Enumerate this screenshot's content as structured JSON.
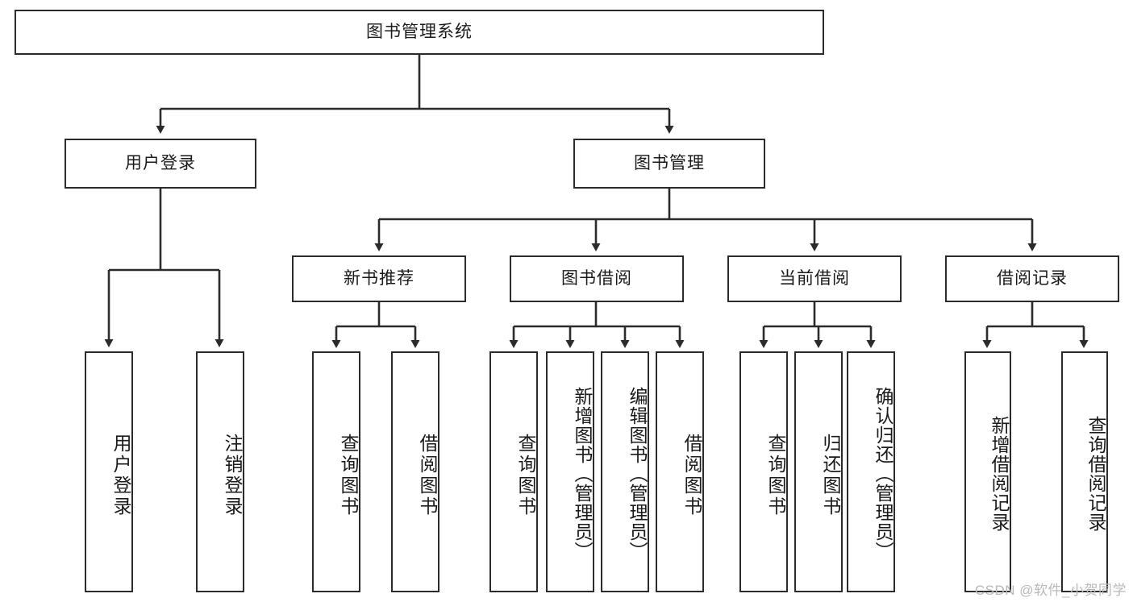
{
  "diagram": {
    "title": "图书管理系统",
    "type": "tree-hierarchy",
    "root": {
      "label": "图书管理系统"
    },
    "level2": [
      {
        "label": "用户登录"
      },
      {
        "label": "图书管理"
      }
    ],
    "level3": [
      {
        "label": "新书推荐"
      },
      {
        "label": "图书借阅"
      },
      {
        "label": "当前借阅"
      },
      {
        "label": "借阅记录"
      }
    ],
    "leaves": {
      "user_login": [
        {
          "label": "用户登录"
        },
        {
          "label": "注销登录"
        }
      ],
      "new_book_recommend": [
        {
          "label": "查询图书"
        },
        {
          "label": "借阅图书"
        }
      ],
      "book_borrow": [
        {
          "label": "查询图书"
        },
        {
          "label": "新增图书（管理员）"
        },
        {
          "label": "编辑图书（管理员）"
        },
        {
          "label": "借阅图书"
        }
      ],
      "current_borrow": [
        {
          "label": "查询图书"
        },
        {
          "label": "归还图书"
        },
        {
          "label": "确认归还（管理员）"
        }
      ],
      "borrow_record": [
        {
          "label": "新增借阅记录"
        },
        {
          "label": "查询借阅记录"
        }
      ]
    }
  },
  "watermark": {
    "text": "CSDN @软件_小贺同学"
  },
  "colors": {
    "stroke": "#2b2b2b",
    "background": "#ffffff",
    "text": "#1a1a1a",
    "watermark": "#b9b9b9"
  }
}
